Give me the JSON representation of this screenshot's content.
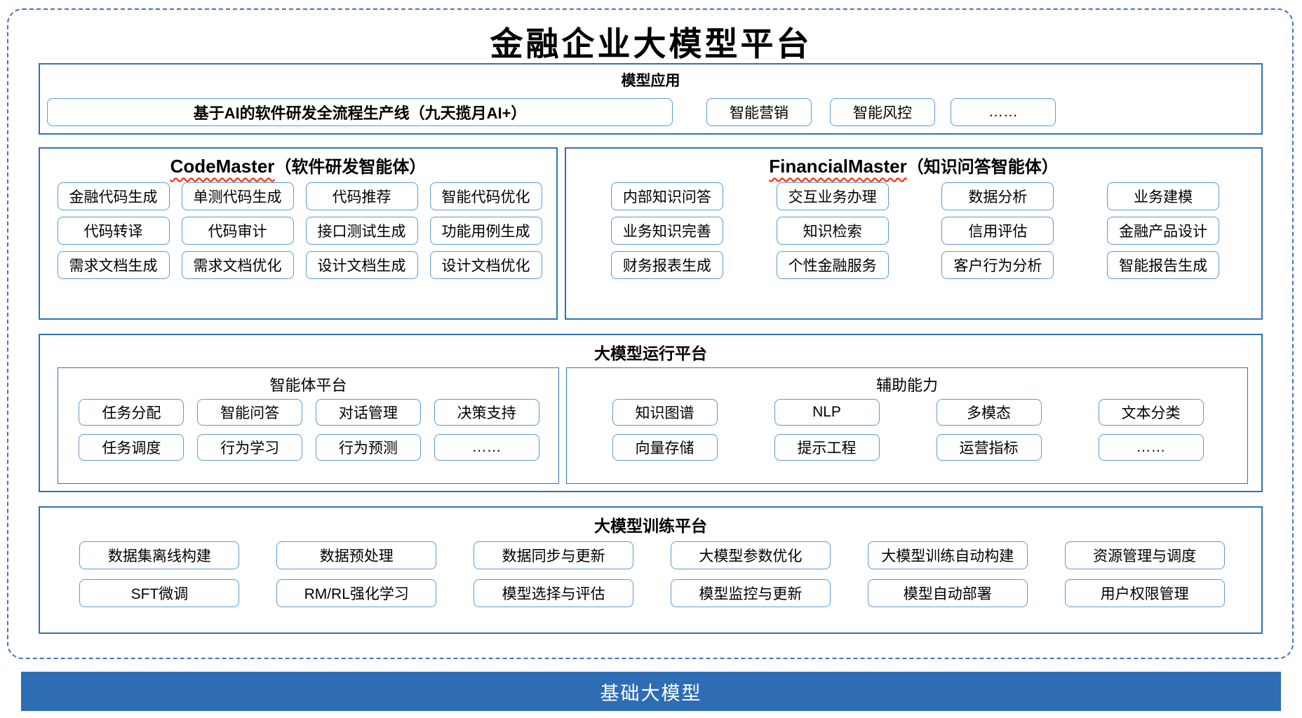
{
  "title": "金融企业大模型平台",
  "colors": {
    "section_border": "#2E74B5",
    "item_border": "#5B9BD5",
    "outer_dashed_border": "#4472C4",
    "base_bar_background": "#2E6DB4",
    "base_bar_text": "#FFFFFF",
    "squiggle_underline": "#FF2200"
  },
  "sections": {
    "model_application": {
      "header": "模型应用",
      "main_item": "基于AI的软件研发全流程生产线（九天揽月AI+）",
      "items": [
        "智能营销",
        "智能风控",
        "……"
      ]
    },
    "code_master": {
      "title_en": "CodeMaster",
      "title_zh": "（软件研发智能体）",
      "items": [
        "金融代码生成",
        "单测代码生成",
        "代码推荐",
        "智能代码优化",
        "代码转译",
        "代码审计",
        "接口测试生成",
        "功能用例生成",
        "需求文档生成",
        "需求文档优化",
        "设计文档生成",
        "设计文档优化"
      ]
    },
    "financial_master": {
      "title_en": "FinancialMaster",
      "title_zh": "（知识问答智能体）",
      "items": [
        "内部知识问答",
        "交互业务办理",
        "数据分析",
        "业务建模",
        "业务知识完善",
        "知识检索",
        "信用评估",
        "金融产品设计",
        "财务报表生成",
        "个性金融服务",
        "客户行为分析",
        "智能报告生成"
      ]
    },
    "runtime_platform": {
      "header": "大模型运行平台",
      "agent_platform": {
        "title": "智能体平台",
        "items": [
          "任务分配",
          "智能问答",
          "对话管理",
          "决策支持",
          "任务调度",
          "行为学习",
          "行为预测",
          "……"
        ]
      },
      "auxiliary": {
        "title": "辅助能力",
        "items": [
          "知识图谱",
          "NLP",
          "多模态",
          "文本分类",
          "向量存储",
          "提示工程",
          "运营指标",
          "……"
        ]
      }
    },
    "training_platform": {
      "header": "大模型训练平台",
      "items": [
        "数据集离线构建",
        "数据预处理",
        "数据同步与更新",
        "大模型参数优化",
        "大模型训练自动构建",
        "资源管理与调度",
        "SFT微调",
        "RM/RL强化学习",
        "模型选择与评估",
        "模型监控与更新",
        "模型自动部署",
        "用户权限管理"
      ]
    },
    "base_model": {
      "label": "基础大模型"
    }
  }
}
